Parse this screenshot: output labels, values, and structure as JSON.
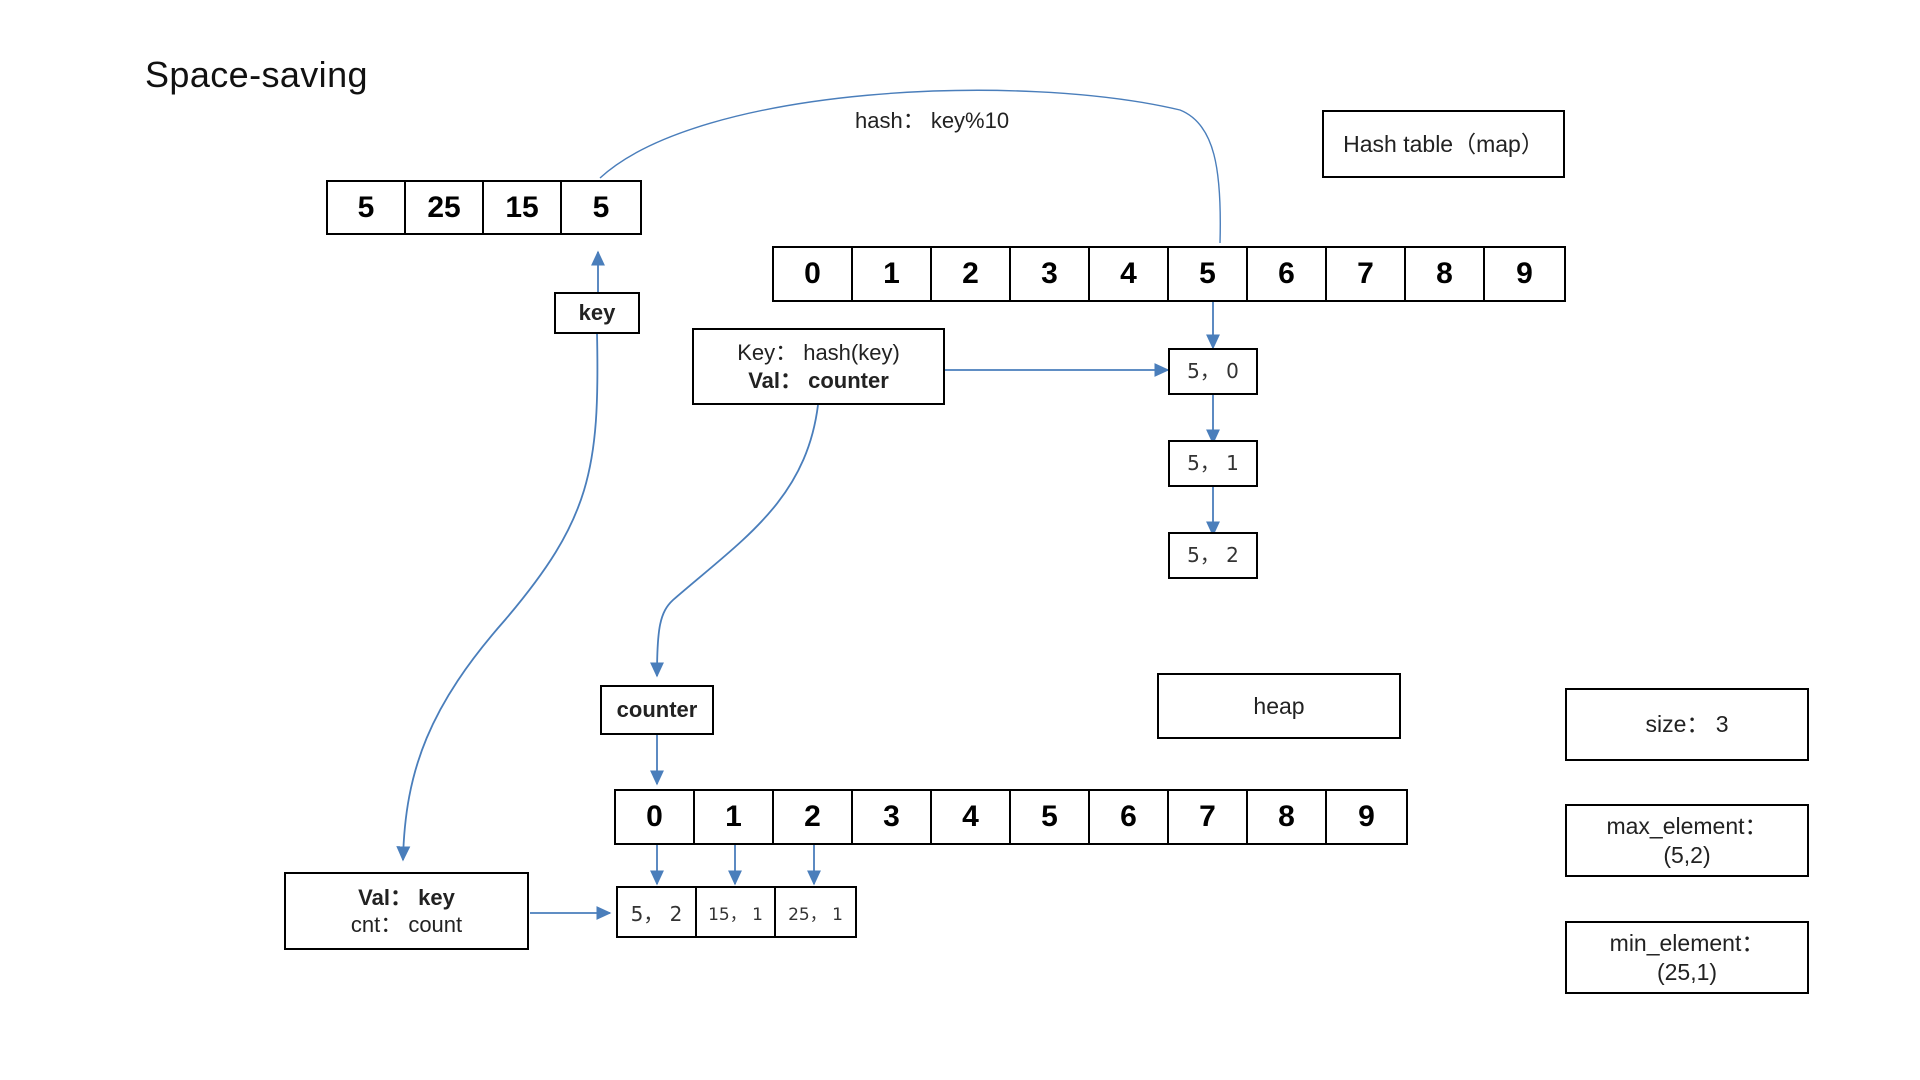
{
  "title": "Space-saving",
  "hash_label": "hash： key%10",
  "legend": {
    "hash_table": "Hash table（map）",
    "heap": "heap"
  },
  "input_array": {
    "name": "stream-array",
    "values": [
      "5",
      "25",
      "15",
      "5"
    ]
  },
  "key_box": {
    "label": "key"
  },
  "map_entry_box": {
    "line1": "Key： hash(key)",
    "line2": "Val： counter"
  },
  "hash_table": {
    "indices": [
      "0",
      "1",
      "2",
      "3",
      "4",
      "5",
      "6",
      "7",
      "8",
      "9"
    ],
    "bucket_chain": [
      "5， 0",
      "5， 1",
      "5， 2"
    ]
  },
  "counter_box": {
    "label": "counter"
  },
  "heap_array": {
    "indices": [
      "0",
      "1",
      "2",
      "3",
      "4",
      "5",
      "6",
      "7",
      "8",
      "9"
    ]
  },
  "heap_entry_box": {
    "line1": "Val： key",
    "line2": "cnt： count"
  },
  "heap_items": [
    "5， 2",
    "15， 1",
    "25， 1"
  ],
  "info_boxes": [
    {
      "name": "size",
      "line1": "size： 3",
      "line2": ""
    },
    {
      "name": "max_element",
      "line1": "max_element：",
      "line2": "(5,2)"
    },
    {
      "name": "min_element",
      "line1": "min_element：",
      "line2": "(25,1)"
    }
  ],
  "colors": {
    "arrow": "#4a7ebb",
    "accent_blue": "#1f7bc1",
    "accent_red": "#ff0000",
    "border": "#000000"
  }
}
